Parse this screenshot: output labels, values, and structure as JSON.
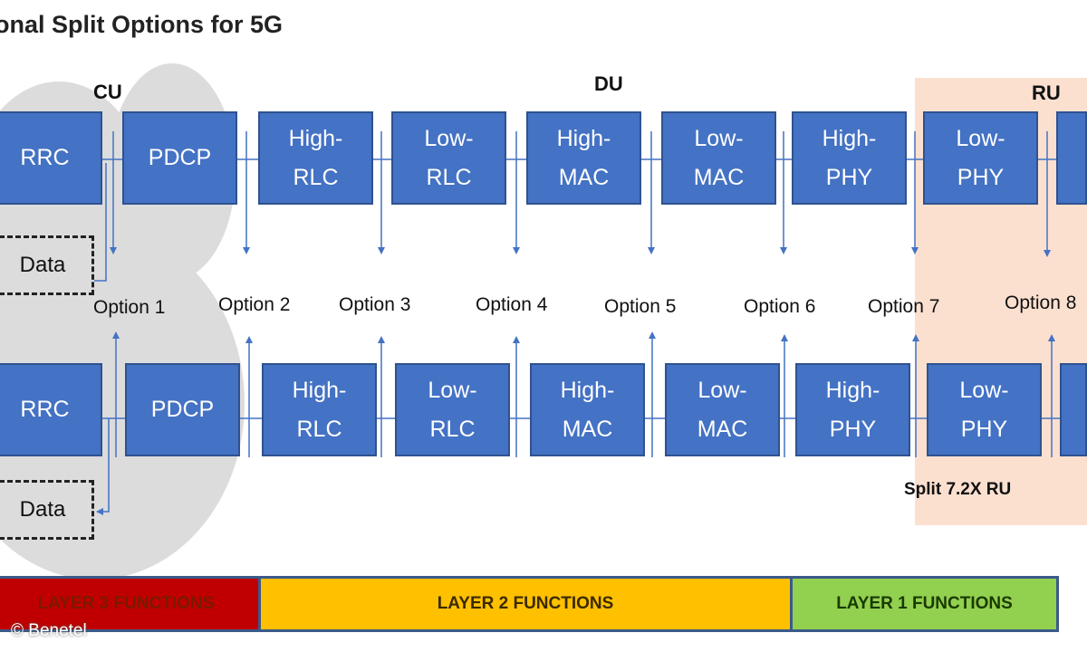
{
  "title": "onal Split Options for 5G",
  "labels": {
    "cu": "CU",
    "du": "DU",
    "ru": "RU"
  },
  "top_row": [
    "RRC",
    "PDCP",
    "High-\nRLC",
    "Low-\nRLC",
    "High-\nMAC",
    "Low-\nMAC",
    "High-\nPHY",
    "Low-\nPHY",
    ""
  ],
  "bottom_row": [
    "RRC",
    "PDCP",
    "High-\nRLC",
    "Low-\nRLC",
    "High-\nMAC",
    "Low-\nMAC",
    "High-\nPHY",
    "Low-\nPHY",
    ""
  ],
  "data_label": "Data",
  "options": [
    "Option 1",
    "Option 2",
    "Option 3",
    "Option 4",
    "Option 5",
    "Option 6",
    "Option 7",
    "Option 8"
  ],
  "split_label": "Split 7.2X RU",
  "layers": [
    {
      "label": "LAYER 3 FUNCTIONS",
      "color": "#c00000"
    },
    {
      "label": "LAYER 2 FUNCTIONS",
      "color": "#ffc000"
    },
    {
      "label": "LAYER 1 FUNCTIONS",
      "color": "#92d050"
    }
  ],
  "copyright": "© Benetel",
  "colors": {
    "block": "#4472c4",
    "arrow": "#4472c4",
    "ru_band": "#fbe0d0",
    "cloud": "#dcdcdc"
  }
}
